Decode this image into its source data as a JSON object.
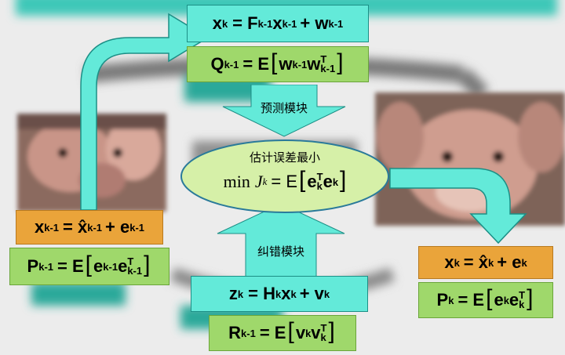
{
  "colors": {
    "cyan": "#63ead9",
    "orange": "#eaa43a",
    "green": "#9fd86b",
    "ellipse": "#d6f0a8"
  },
  "process_model": {
    "lhs": "x",
    "lhs_sub": "k",
    "rhs": "= F",
    "rhs_sub1": "k-1",
    "x": "x",
    "x_sub": "k-1",
    "plus": "+ w",
    "w_sub": "k-1"
  },
  "process_noise": {
    "lhs": "Q",
    "lhs_sub": "k-1",
    "eq": "= E",
    "w1": "w",
    "w1_sub": "k-1",
    "w2": "w",
    "w2_sup": "T",
    "w2_sub": "k-1"
  },
  "predict_label": "预测模块",
  "estimate_label": "估计误差最小",
  "estimate_formula": {
    "min": "min",
    "J": "J",
    "J_sub": "k",
    "eq": "= E",
    "e1": "e",
    "e1_sup": "T",
    "e1_sub": "k",
    "e2": "e",
    "e2_sub": "k"
  },
  "correct_label": "纠错模块",
  "measurement_model": {
    "lhs": "z",
    "lhs_sub": "k",
    "eq": "= H",
    "H_sub": "k",
    "x": "x",
    "x_sub": "k",
    "plus": "+ v",
    "v_sub": "k"
  },
  "measurement_noise": {
    "lhs": "R",
    "lhs_sub": "k-1",
    "eq": "= E",
    "v1": "v",
    "v1_sub": "k",
    "v2": "v",
    "v2_sup": "T",
    "v2_sub": "k"
  },
  "prev_state": {
    "lhs": "x",
    "lhs_sub": "k-1",
    "eq": "= x̂",
    "xhat_sub": "k-1",
    "plus": "+ e",
    "e_sub": "k-1"
  },
  "prev_cov": {
    "lhs": "P",
    "lhs_sub": "k-1",
    "eq": "= E",
    "e1": "e",
    "e1_sub": "k-1",
    "e2": "e",
    "e2_sup": "T",
    "e2_sub": "k-1"
  },
  "curr_state": {
    "lhs": "x",
    "lhs_sub": "k",
    "eq": "= x̂",
    "xhat_sub": "k",
    "plus": "+ e",
    "e_sub": "k"
  },
  "curr_cov": {
    "lhs": "P",
    "lhs_sub": "k",
    "eq": "= E",
    "e1": "e",
    "e1_sub": "k",
    "e2": "e",
    "e2_sup": "T",
    "e2_sub": "k"
  }
}
